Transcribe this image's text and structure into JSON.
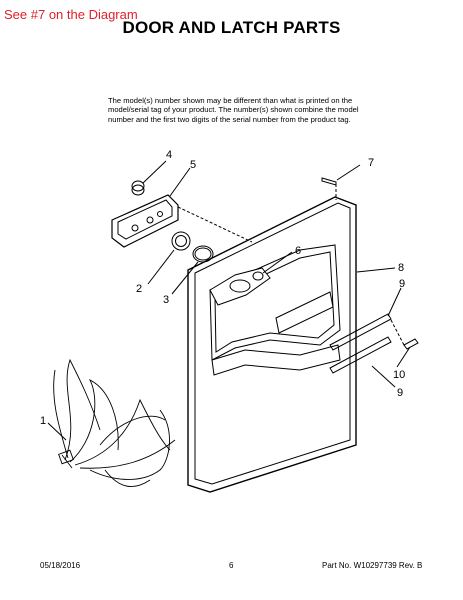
{
  "overlay_label": "See #7 on the Diagram",
  "title": "DOOR AND LATCH PARTS",
  "note": "The model(s) number shown may be different than what is printed on the model/serial tag of your product. The number(s) shown combine the model number and the first two digits of the serial number from the product tag.",
  "callouts": [
    "4",
    "5",
    "7",
    "6",
    "8",
    "9",
    "2",
    "3",
    "10",
    "9",
    "1"
  ],
  "footer": {
    "date": "05/18/2016",
    "page": "6",
    "part": "Part No. W10297739  Rev. B"
  }
}
